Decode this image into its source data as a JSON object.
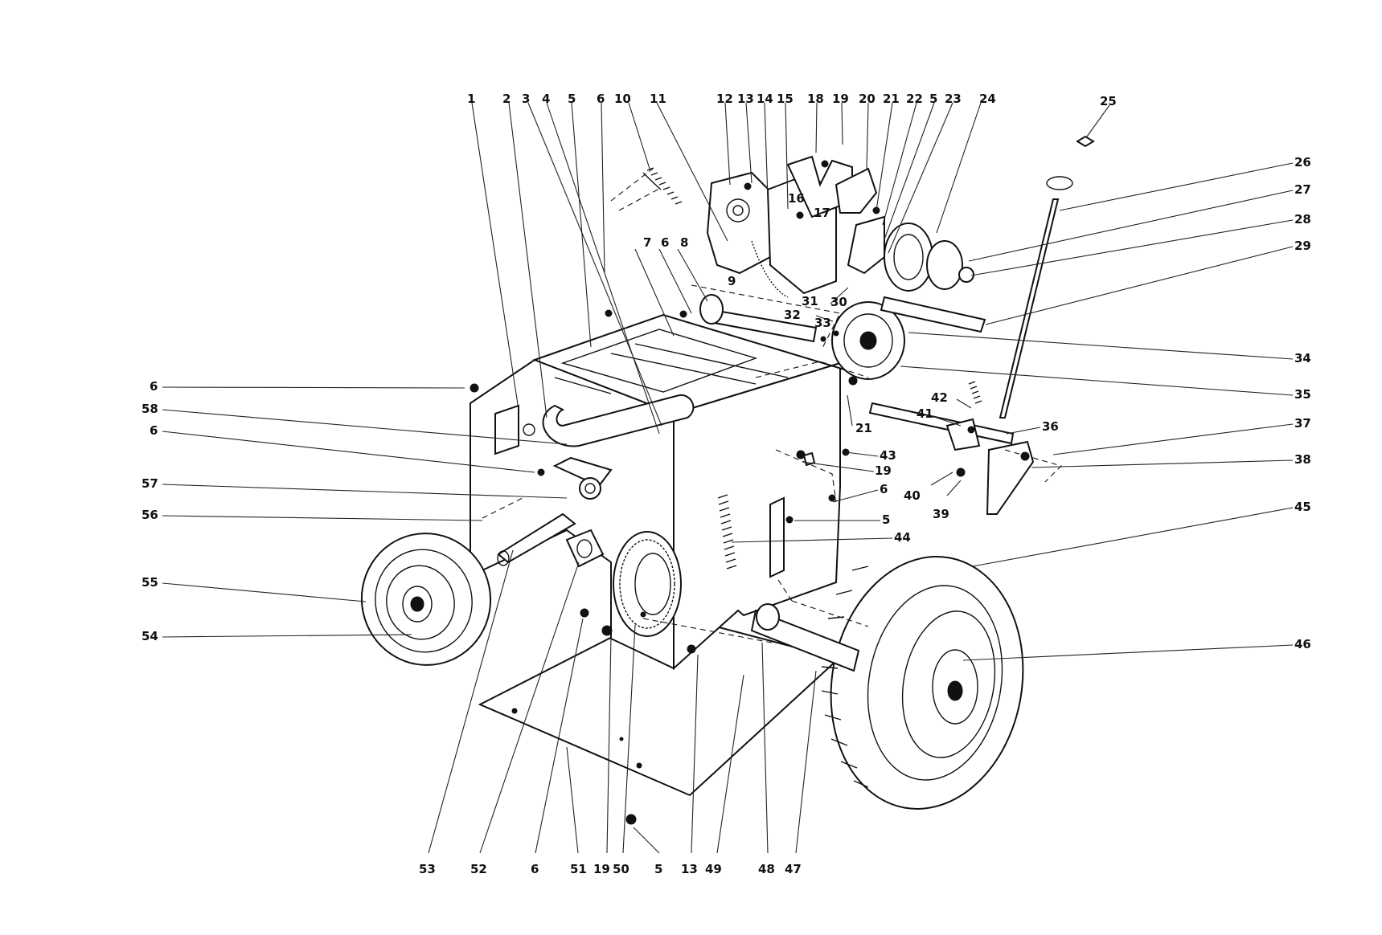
{
  "figure": {
    "labels": [
      "1",
      "2",
      "3",
      "4",
      "5",
      "6",
      "10",
      "11",
      "12",
      "13",
      "14",
      "15",
      "18",
      "19",
      "20",
      "21",
      "22",
      "5",
      "23",
      "24",
      "25",
      "26",
      "27",
      "28",
      "29",
      "34",
      "35",
      "36",
      "37",
      "38",
      "45",
      "46",
      "6",
      "58",
      "6",
      "57",
      "56",
      "55",
      "54",
      "7",
      "6",
      "8",
      "9",
      "16",
      "17",
      "31",
      "30",
      "32",
      "33",
      "42",
      "41",
      "21",
      "43",
      "19",
      "6",
      "5",
      "44",
      "40",
      "39",
      "53",
      "52",
      "6",
      "51",
      "19",
      "50",
      "5",
      "13",
      "49",
      "48",
      "47"
    ]
  }
}
